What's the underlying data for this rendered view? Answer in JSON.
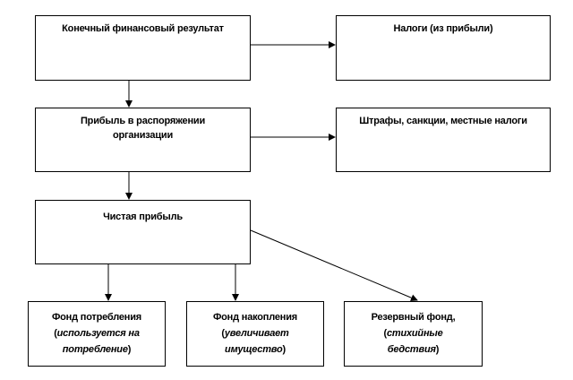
{
  "boxes": {
    "final_result": {
      "lines": [
        "Конечный финансовый результат"
      ]
    },
    "taxes": {
      "lines": [
        "Налоги (из прибыли)"
      ]
    },
    "profit_disposal": {
      "lines": [
        "Прибыль в распоряжении",
        "организации"
      ]
    },
    "fines": {
      "lines": [
        "Штрафы, санкции, местные налоги"
      ]
    },
    "net_profit": {
      "lines": [
        "Чистая прибыль"
      ]
    },
    "consumption_fund": {
      "title": "Фонд потребления",
      "note_open": "(",
      "note_a": "используется на",
      "note_b": "потребление",
      "note_close": ")"
    },
    "accumulation_fund": {
      "title": "Фонд накопления",
      "note_open": "(",
      "note_a": "увеличивает",
      "note_b": "имущество",
      "note_close": ")"
    },
    "reserve_fund": {
      "title": "Резервный фонд,",
      "note_open": "(",
      "note_a": "стихийные",
      "note_b": "бедствия",
      "note_close": ")"
    }
  },
  "colors": {
    "line": "#000000",
    "background": "#ffffff"
  }
}
